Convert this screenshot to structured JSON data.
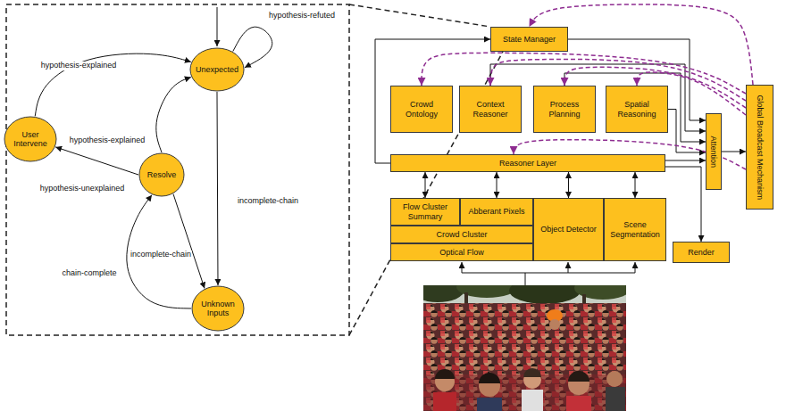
{
  "diagram": {
    "nodes": [
      {
        "text": [
          "Unexpected"
        ]
      },
      {
        "text": [
          "User Intervene"
        ]
      },
      {
        "text": [
          "Resolve"
        ]
      },
      {
        "text": [
          "Unknown Inputs"
        ]
      },
      {
        "text": [
          "State Manager"
        ]
      },
      {
        "text": [
          "Crowd Ontology"
        ]
      },
      {
        "text": [
          "Context Reasoner"
        ]
      },
      {
        "text": [
          "Process Planning"
        ]
      },
      {
        "text": [
          "Spatial Reasoning"
        ]
      },
      {
        "text": [
          "Attention"
        ]
      },
      {
        "text": [
          "Global Broadcast Mechanism"
        ]
      },
      {
        "text": [
          "Reasoner Layer"
        ]
      },
      {
        "text": [
          "Flow Cluster Summary"
        ]
      },
      {
        "text": [
          "Abberant Pixels"
        ]
      },
      {
        "text": [
          "Object Detector"
        ]
      },
      {
        "text": [
          "Scene Segmentation"
        ]
      },
      {
        "text": [
          "Crowd Cluster"
        ]
      },
      {
        "text": [
          "Optical Flow"
        ]
      },
      {
        "text": [
          "Render"
        ]
      }
    ],
    "edges": [
      {
        "from": 1,
        "to": 0,
        "label": "hypothesis-explained",
        "arrow": "to"
      },
      {
        "from": 0,
        "to": 0,
        "label": "hypothesis-refuted",
        "arrow": "to"
      },
      {
        "from": 2,
        "to": 0,
        "label": "hypothesis-explained",
        "arrow": "to"
      },
      {
        "from": 2,
        "to": 1,
        "label": "hypothesis-unexplained",
        "arrow": "to"
      },
      {
        "from": 0,
        "to": 3,
        "label": "incomplete-chain",
        "arrow": "to"
      },
      {
        "from": 2,
        "to": 3,
        "label": "incomplete-chain",
        "arrow": "to"
      },
      {
        "from": 3,
        "to": 2,
        "label": "chain-complete",
        "arrow": "to"
      },
      {
        "from": 11,
        "to": 4,
        "arrow": "to"
      },
      {
        "from": 4,
        "to": 9,
        "arrow": "to"
      },
      {
        "from": 6,
        "to": 9,
        "arrow": "to"
      },
      {
        "from": 7,
        "to": 9,
        "arrow": "to"
      },
      {
        "from": 8,
        "to": 9,
        "arrow": "to"
      },
      {
        "from": 11,
        "to": 9,
        "arrow": "to"
      },
      {
        "from": 9,
        "to": 10,
        "arrow": "to"
      },
      {
        "from": 11,
        "to": 18,
        "arrow": "to"
      },
      {
        "from": 11,
        "to": 12,
        "arrow": "both"
      },
      {
        "from": 11,
        "to": 13,
        "arrow": "both"
      },
      {
        "from": 11,
        "to": 14,
        "arrow": "both"
      },
      {
        "from": 11,
        "to": 15,
        "arrow": "both"
      },
      {
        "from": 10,
        "to": 4,
        "arrow": "to"
      },
      {
        "from": 10,
        "to": 5,
        "arrow": "to"
      },
      {
        "from": 10,
        "to": 6,
        "arrow": "to"
      },
      {
        "from": 10,
        "to": 7,
        "arrow": "to"
      },
      {
        "from": 10,
        "to": 8,
        "arrow": "to"
      },
      {
        "from": 10,
        "to": 11,
        "arrow": "to"
      }
    ]
  }
}
